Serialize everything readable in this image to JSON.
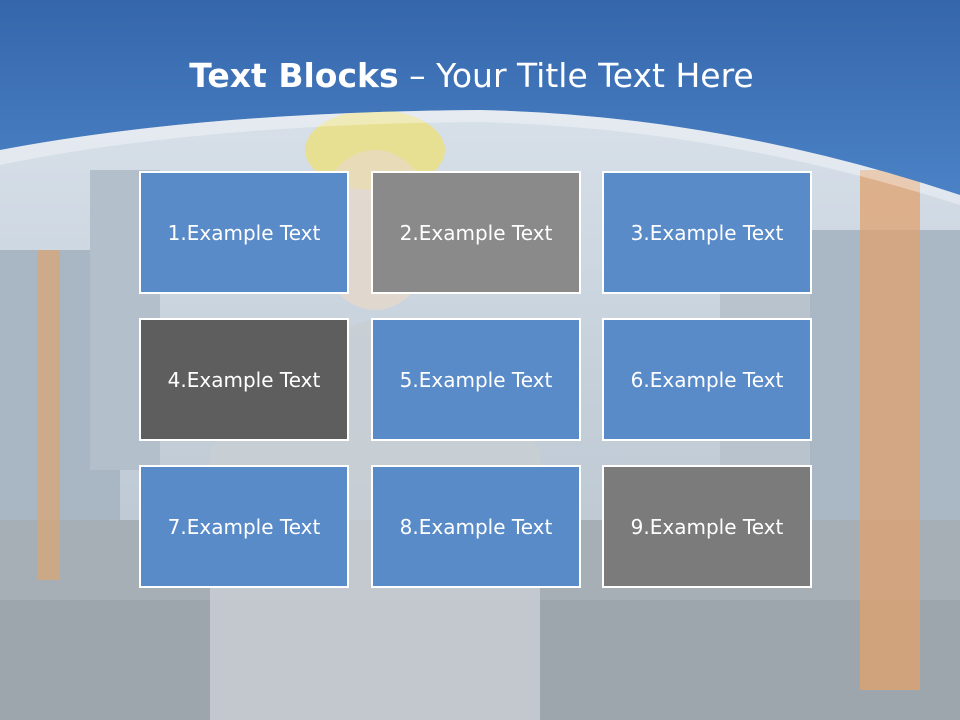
{
  "slide": {
    "title_bold": "Text Blocks",
    "title_rest": " – Your Title Text Here"
  },
  "blocks": [
    {
      "label": "1.Example Text"
    },
    {
      "label": "2.Example Text"
    },
    {
      "label": "3.Example Text"
    },
    {
      "label": "4.Example Text"
    },
    {
      "label": "5.Example Text"
    },
    {
      "label": "6.Example Text"
    },
    {
      "label": "7.Example Text"
    },
    {
      "label": "8.Example Text"
    },
    {
      "label": "9.Example Text"
    }
  ],
  "colors": {
    "header_blue": "#3f74bb",
    "block_blue": "#5a8bc9",
    "block_grey": "#8a8a8a",
    "block_dark": "#5e5e5e",
    "block_mid": "#7b7b7b"
  }
}
